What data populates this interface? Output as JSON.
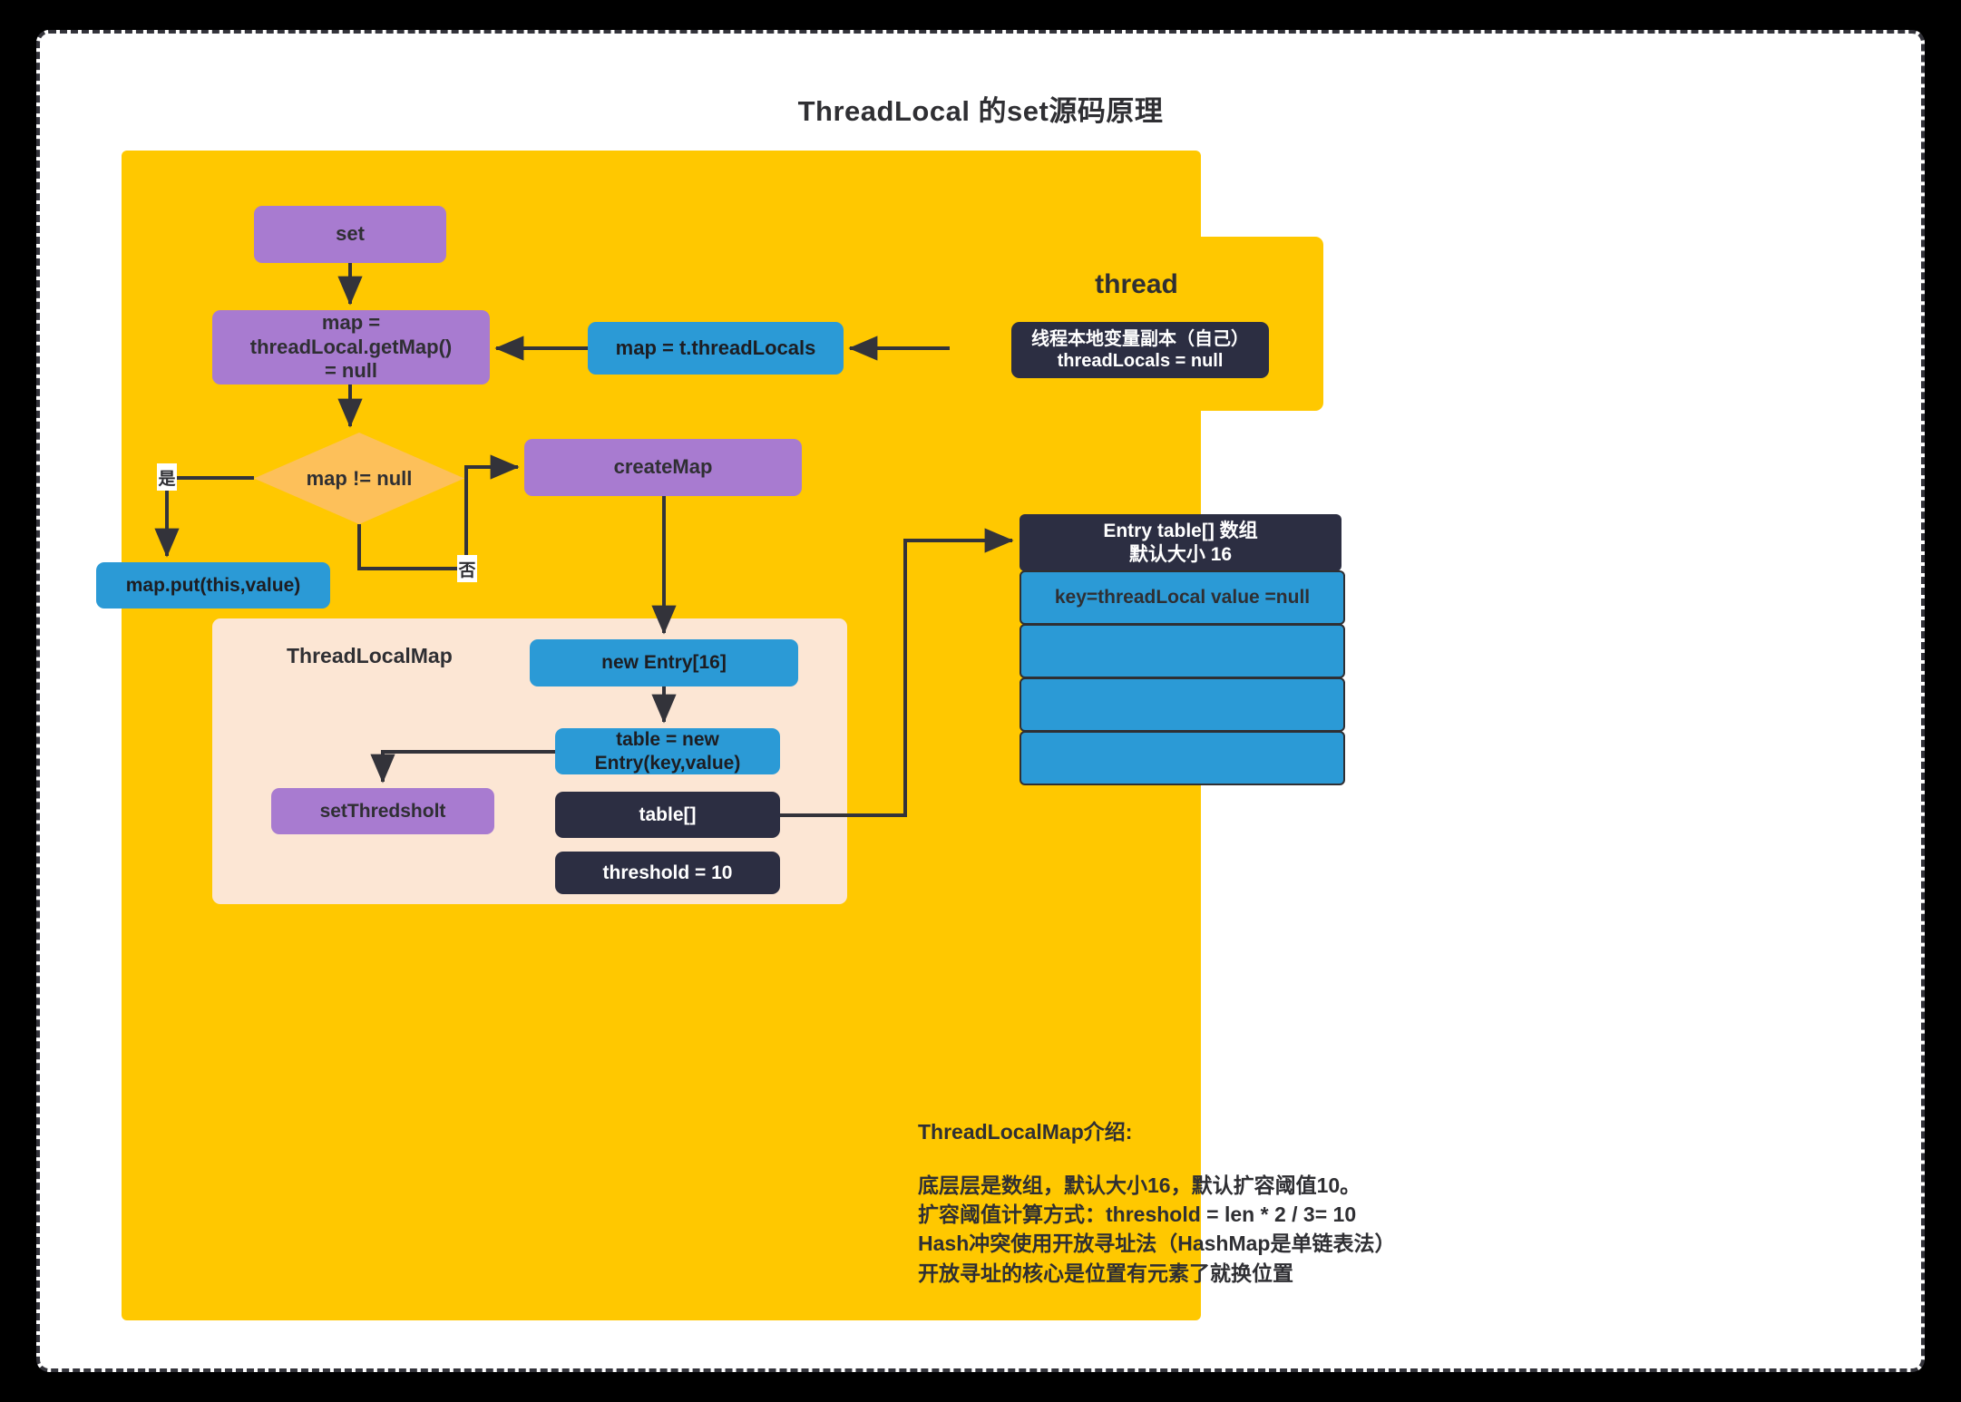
{
  "title": "ThreadLocal  的set源码原理",
  "colors": {
    "yellow": "#ffc800",
    "purple": "#a87bd0",
    "blue": "#2b9ad6",
    "dark": "#2c2e42",
    "orange": "#fdc05a",
    "peach": "#fce6d4",
    "stroke": "#33333a"
  },
  "flow": {
    "set": "set",
    "get_map": "map =\nthreadLocal.getMap()\n= null",
    "get_map_lines": [
      "map =",
      "threadLocal.getMap()",
      "= null"
    ],
    "thread_locals": "map = t.threadLocals",
    "decision": "map  != null",
    "branch_yes": "是",
    "branch_no": "否",
    "map_put": "map.put(this,value)",
    "create_map": "createMap",
    "new_entry": "new Entry[16]",
    "table_new_entry_lines": [
      "table = new",
      "Entry(key,value)"
    ],
    "set_threshold": "setThredsholt",
    "table_array": "table[]",
    "threshold": "threshold = 10",
    "tlm_panel_label": "ThreadLocalMap"
  },
  "thread": {
    "title": "thread",
    "inner_lines": [
      "线程本地变量副本（自己）",
      "threadLocals = null"
    ]
  },
  "entry_table": {
    "header_lines": [
      "Entry table[] 数组",
      "默认大小 16"
    ],
    "cells": [
      "key=threadLocal value =null",
      "",
      "",
      ""
    ]
  },
  "description": {
    "heading": "ThreadLocalMap介绍:",
    "lines": [
      "底层层是数组，默认大小16，默认扩容阈值10。",
      "扩容阈值计算方式：threshold = len * 2 / 3= 10",
      "Hash冲突使用开放寻址法（HashMap是单链表法）",
      "开放寻址的核心是位置有元素了就换位置"
    ]
  }
}
